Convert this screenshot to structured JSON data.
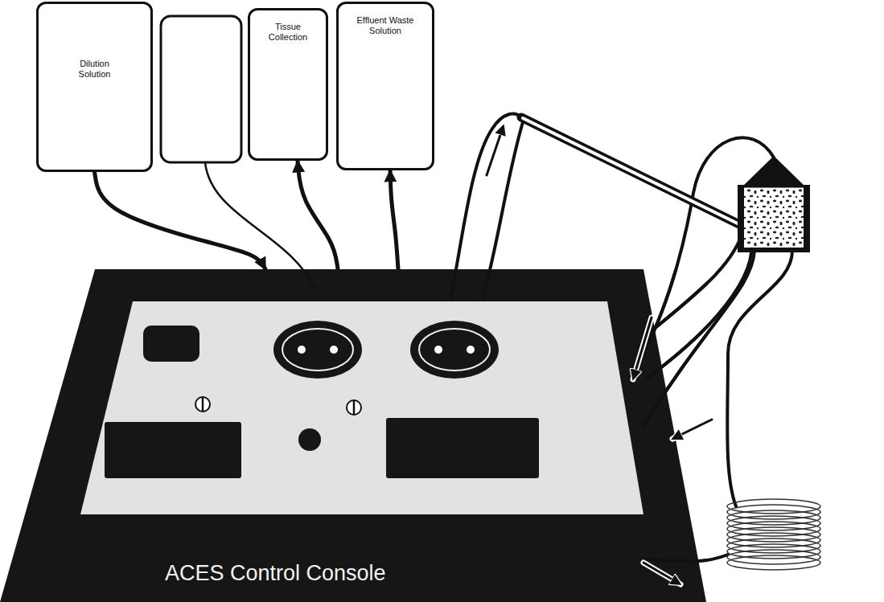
{
  "diagram": {
    "nodes": [
      {
        "text": [
          "Dilution Solution"
        ]
      },
      {
        "text": [
          "Tissue Collection"
        ]
      },
      {
        "text": [
          "Effluent Waste Solution"
        ]
      },
      {
        "text": [
          "ACES Control Console"
        ]
      }
    ],
    "edges": [
      {
        "from": 0,
        "to": 3,
        "arrow": "to"
      },
      {
        "from": 3,
        "to": 1,
        "arrow": "to"
      },
      {
        "from": 3,
        "to": 2,
        "arrow": "to"
      }
    ]
  }
}
